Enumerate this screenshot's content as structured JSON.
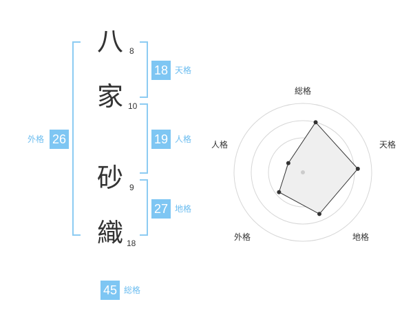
{
  "name_chars": [
    {
      "char": "八",
      "strokes": "8"
    },
    {
      "char": "家",
      "strokes": "10"
    },
    {
      "char": "砂",
      "strokes": "9"
    },
    {
      "char": "織",
      "strokes": "18"
    }
  ],
  "fortunes": {
    "tenkaku": {
      "value": "18",
      "label": "天格"
    },
    "jinkaku": {
      "value": "19",
      "label": "人格"
    },
    "chikaku": {
      "value": "27",
      "label": "地格"
    },
    "gaikaku": {
      "value": "26",
      "label": "外格"
    },
    "soukaku": {
      "value": "45",
      "label": "総格"
    }
  },
  "chart_data": {
    "type": "radar",
    "axes": [
      "総格",
      "天格",
      "地格",
      "外格",
      "人格"
    ],
    "values": [
      0.75,
      0.8,
      0.65,
      0.45,
      0.25
    ],
    "max": 1,
    "rings": 4,
    "fill_color": "#efefef",
    "line_color": "#333333"
  }
}
